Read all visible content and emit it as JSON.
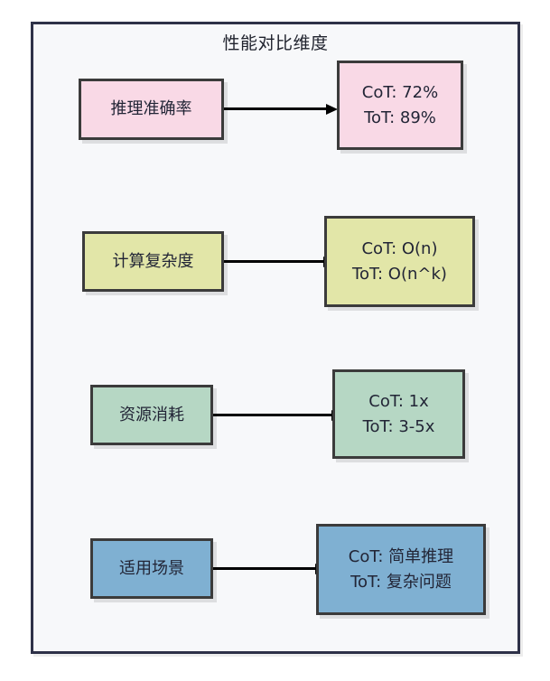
{
  "diagram": {
    "title": "性能对比维度",
    "background": "#f7f8fa",
    "frame_border_color": "#2e3148",
    "node_border_color": "#3b3b3b",
    "arrow_color": "#000000",
    "rows": [
      {
        "id": "accuracy",
        "fill": "#f9d9e6",
        "left_label": "推理准确率",
        "right_line1": "CoT: 72%",
        "right_line2": "ToT: 89%"
      },
      {
        "id": "complexity",
        "fill": "#e2e6a8",
        "left_label": "计算复杂度",
        "right_line1": "CoT: O(n)",
        "right_line2": "ToT: O(n^k)"
      },
      {
        "id": "resource",
        "fill": "#b6d7c4",
        "left_label": "资源消耗",
        "right_line1": "CoT: 1x",
        "right_line2": "ToT: 3-5x"
      },
      {
        "id": "scenario",
        "fill": "#7fb0d2",
        "left_label": "适用场景",
        "right_line1": "CoT: 简单推理",
        "right_line2": "ToT: 复杂问题"
      }
    ]
  }
}
